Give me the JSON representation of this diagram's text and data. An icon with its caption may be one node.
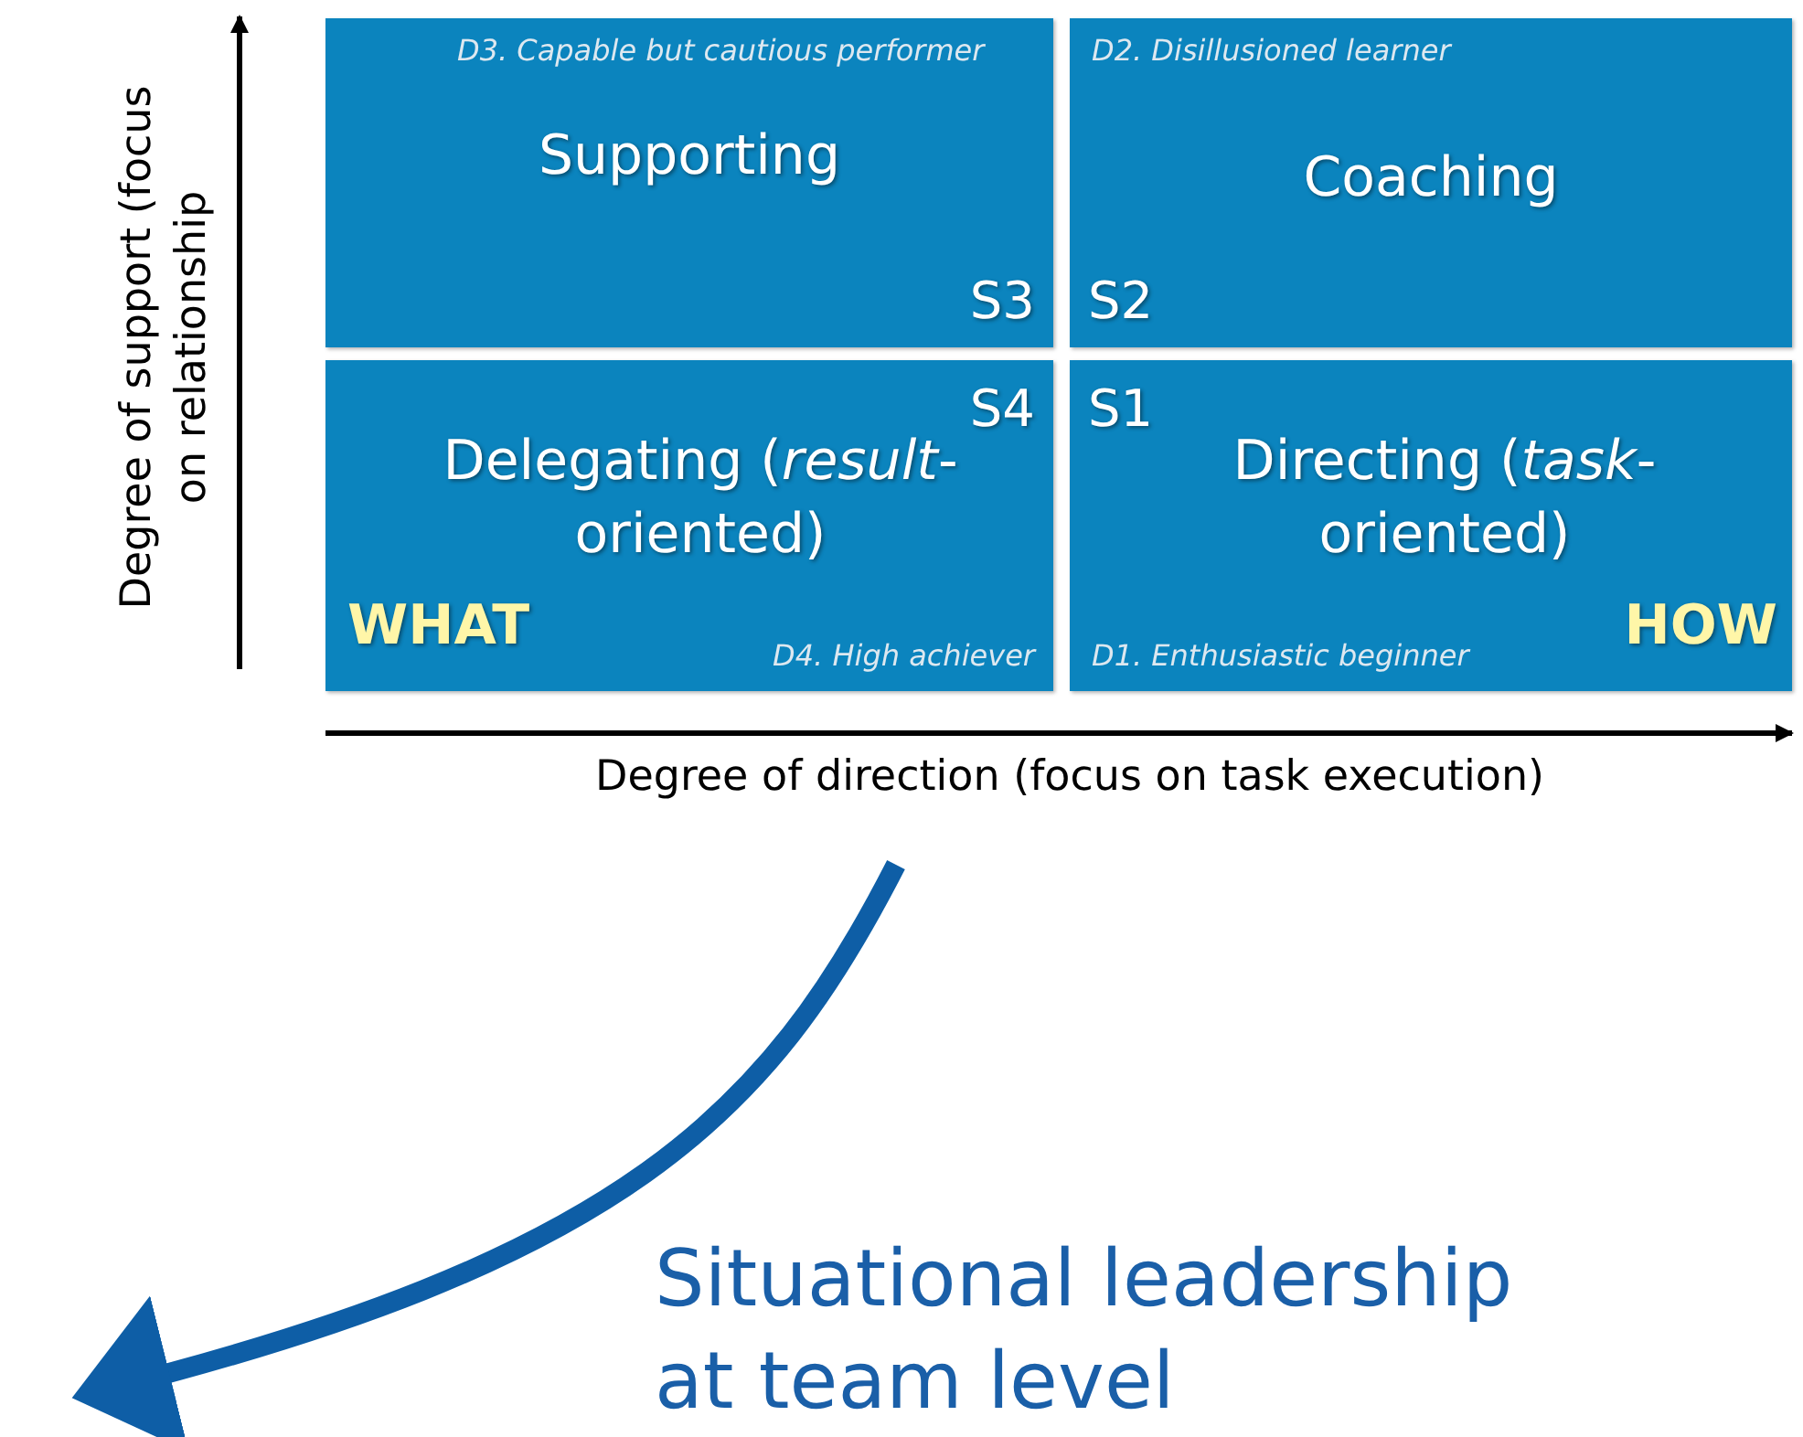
{
  "diagram": {
    "nodes": [
      {
        "text": [
          "D3. Capable but cautious performer",
          "Supporting",
          "S3"
        ]
      },
      {
        "text": [
          "D2. Disillusioned learner",
          "Coaching",
          "S2"
        ]
      },
      {
        "text": [
          "S4",
          "Delegating (*result*-oriented)",
          "WHAT",
          "D4. High achiever"
        ]
      },
      {
        "text": [
          "S1",
          "Directing (*task*-oriented)",
          "HOW",
          "D1. Enthusiastic beginner"
        ]
      }
    ],
    "labels": [
      "Degree of support (focus on relationship",
      "Degree of direction (focus on task execution)",
      "Situational leadership at team level"
    ]
  }
}
